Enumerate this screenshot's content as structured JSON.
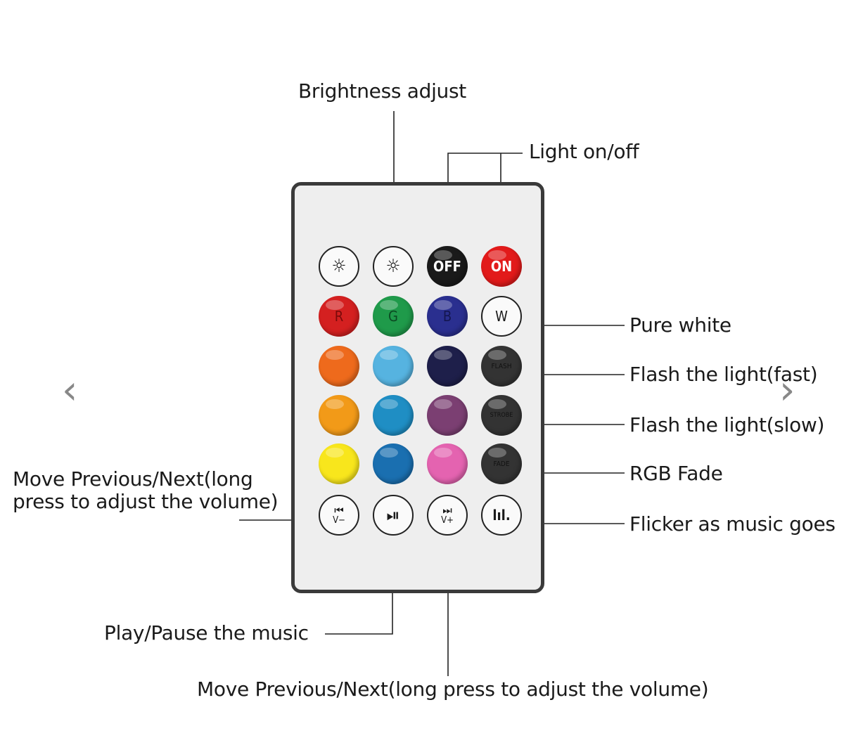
{
  "labels": {
    "brightness": "Brightness adjust",
    "light_onoff": "Light on/off",
    "pure_white": "Pure white",
    "flash_fast": "Flash the light(fast)",
    "flash_slow": "Flash the light(slow)",
    "rgb_fade": "RGB Fade",
    "flicker_music": "Flicker as music goes",
    "move_prev_line1": "Move Previous/Next(long",
    "move_prev_line2": "press to adjust the volume)",
    "play_pause": "Play/Pause the music",
    "move_bottom": "Move Previous/Next(long press to adjust the volume)"
  },
  "buttons": {
    "row1": [
      "☼",
      "☼",
      "OFF",
      "ON"
    ],
    "row2": [
      "R",
      "G",
      "B",
      "W"
    ],
    "row3_4": "FLASH",
    "row4_4": "STROBE",
    "row5_4": "FADE",
    "row6": [
      "⏮",
      "⏯",
      "⏭",
      "lıl."
    ],
    "row6_sub": [
      "V−",
      "",
      "V+",
      ""
    ]
  },
  "colors": {
    "red": "#d42020",
    "green": "#1f9a4a",
    "blue": "#2a2f8f",
    "orange": "#ee6a1c",
    "sky": "#56b3e0",
    "navy": "#1e1f4a",
    "amber": "#f29a18",
    "teal": "#1f8ec4",
    "purple": "#7b3f72",
    "yellow": "#f8e61c",
    "ocean": "#1a6fb0",
    "pink": "#e463b0",
    "dark": "#333333",
    "off": "#1a1a1a",
    "on": "#e21a1a"
  },
  "nav": {
    "prev": "‹",
    "next": "›"
  }
}
